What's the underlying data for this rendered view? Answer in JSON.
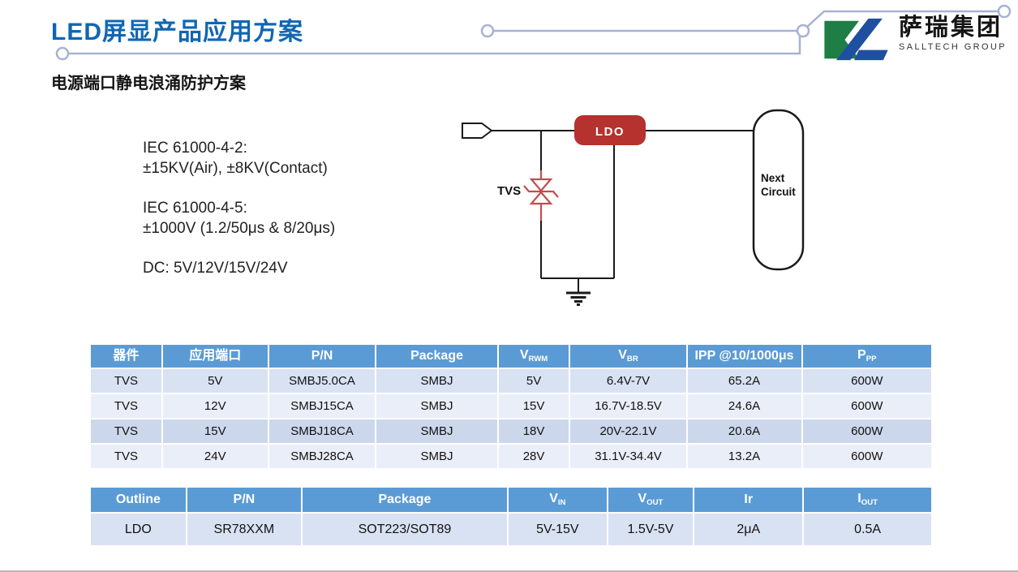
{
  "header": {
    "title": "LED屏显产品应用方案",
    "logo": {
      "cn": "萨瑞集团",
      "en": "SALLTECH GROUP"
    }
  },
  "section": {
    "subtitle": "电源端口静电浪涌防护方案"
  },
  "specs": {
    "iec2_title": "IEC 61000-4-2:",
    "iec2_value": "±15KV(Air), ±8KV(Contact)",
    "iec5_title": "IEC 61000-4-5:",
    "iec5_value": "±1000V  (1.2/50μs & 8/20μs)",
    "dc_line": "DC:  5V/12V/15V/24V"
  },
  "diagram": {
    "tvs_label": "TVS",
    "ldo_label": "LDO",
    "next_line1": "Next",
    "next_line2": "Circuit"
  },
  "table1": {
    "headers": [
      {
        "text": "器件"
      },
      {
        "text": "应用端口"
      },
      {
        "text": "P/N"
      },
      {
        "text": "Package"
      },
      {
        "main": "V",
        "sub": "RWM"
      },
      {
        "main": "V",
        "sub": "BR"
      },
      {
        "text": "IPP @10/1000μs"
      },
      {
        "main": "P",
        "sub": "PP"
      }
    ],
    "rows": [
      [
        "TVS",
        "5V",
        "SMBJ5.0CA",
        "SMBJ",
        "5V",
        "6.4V-7V",
        "65.2A",
        "600W"
      ],
      [
        "TVS",
        "12V",
        "SMBJ15CA",
        "SMBJ",
        "15V",
        "16.7V-18.5V",
        "24.6A",
        "600W"
      ],
      [
        "TVS",
        "15V",
        "SMBJ18CA",
        "SMBJ",
        "18V",
        "20V-22.1V",
        "20.6A",
        "600W"
      ],
      [
        "TVS",
        "24V",
        "SMBJ28CA",
        "SMBJ",
        "28V",
        "31.1V-34.4V",
        "13.2A",
        "600W"
      ]
    ]
  },
  "table2": {
    "headers": [
      {
        "text": "Outline"
      },
      {
        "text": "P/N"
      },
      {
        "text": "Package"
      },
      {
        "main": "V",
        "sub": "IN"
      },
      {
        "main": "V",
        "sub": "OUT"
      },
      {
        "text": "Ir"
      },
      {
        "main": "I",
        "sub": "OUT"
      }
    ],
    "rows": [
      [
        "LDO",
        "SR78XXM",
        "SOT223/SOT89",
        "5V-15V",
        "1.5V-5V",
        "2μA",
        "0.5A"
      ]
    ]
  },
  "colors": {
    "title_blue": "#1066b2",
    "table_header_blue": "#5b9bd5",
    "ldo_red": "#b5322e",
    "diode_red": "#c0504d",
    "deco_line": "#a7b2d4",
    "logo_green": "#1e7e45",
    "logo_blue": "#1f4fa0"
  }
}
